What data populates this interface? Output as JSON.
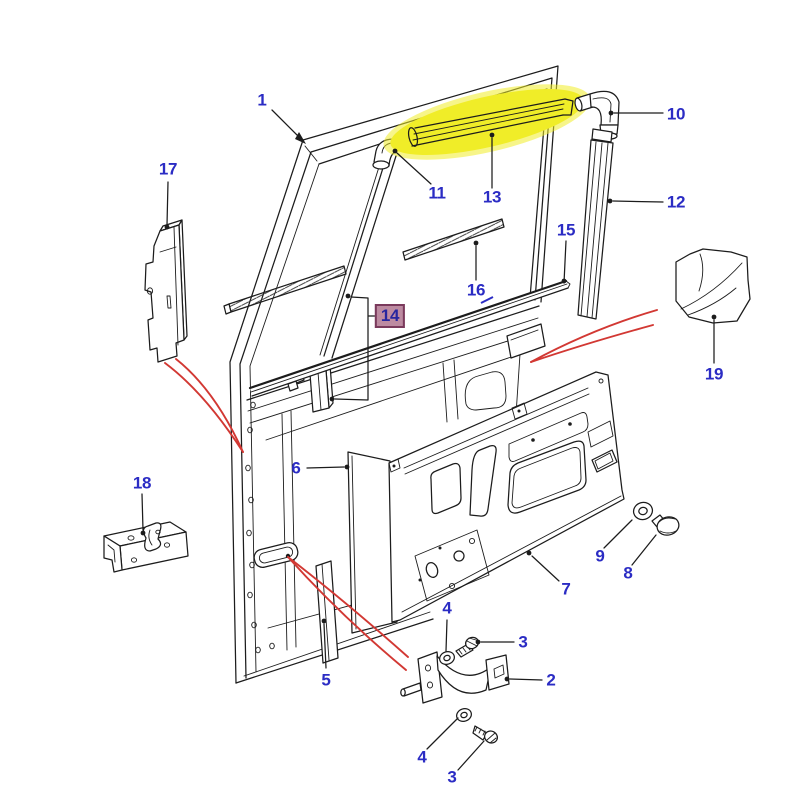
{
  "diagram": {
    "type": "exploded-parts-diagram",
    "background": "#ffffff",
    "highlighted_callout": "14",
    "yellow_highlighted_part": "13",
    "colors": {
      "ink": "#1c1c1c",
      "label_blue": "#2b2cc4",
      "red_line": "#d23833",
      "highlight_yellow": "#f0ed28",
      "selected_bg": "#bd8ba1",
      "selected_border": "#7a3a5c",
      "selected_text": "#26269f"
    },
    "callouts": [
      {
        "label": "1"
      },
      {
        "label": "2"
      },
      {
        "label": "3"
      },
      {
        "label": "4"
      },
      {
        "label": "5"
      },
      {
        "label": "6"
      },
      {
        "label": "7"
      },
      {
        "label": "8"
      },
      {
        "label": "9"
      },
      {
        "label": "10"
      },
      {
        "label": "11"
      },
      {
        "label": "12"
      },
      {
        "label": "13"
      },
      {
        "label": "14"
      },
      {
        "label": "15"
      },
      {
        "label": "16"
      },
      {
        "label": "17"
      },
      {
        "label": "18"
      },
      {
        "label": "19"
      }
    ]
  }
}
